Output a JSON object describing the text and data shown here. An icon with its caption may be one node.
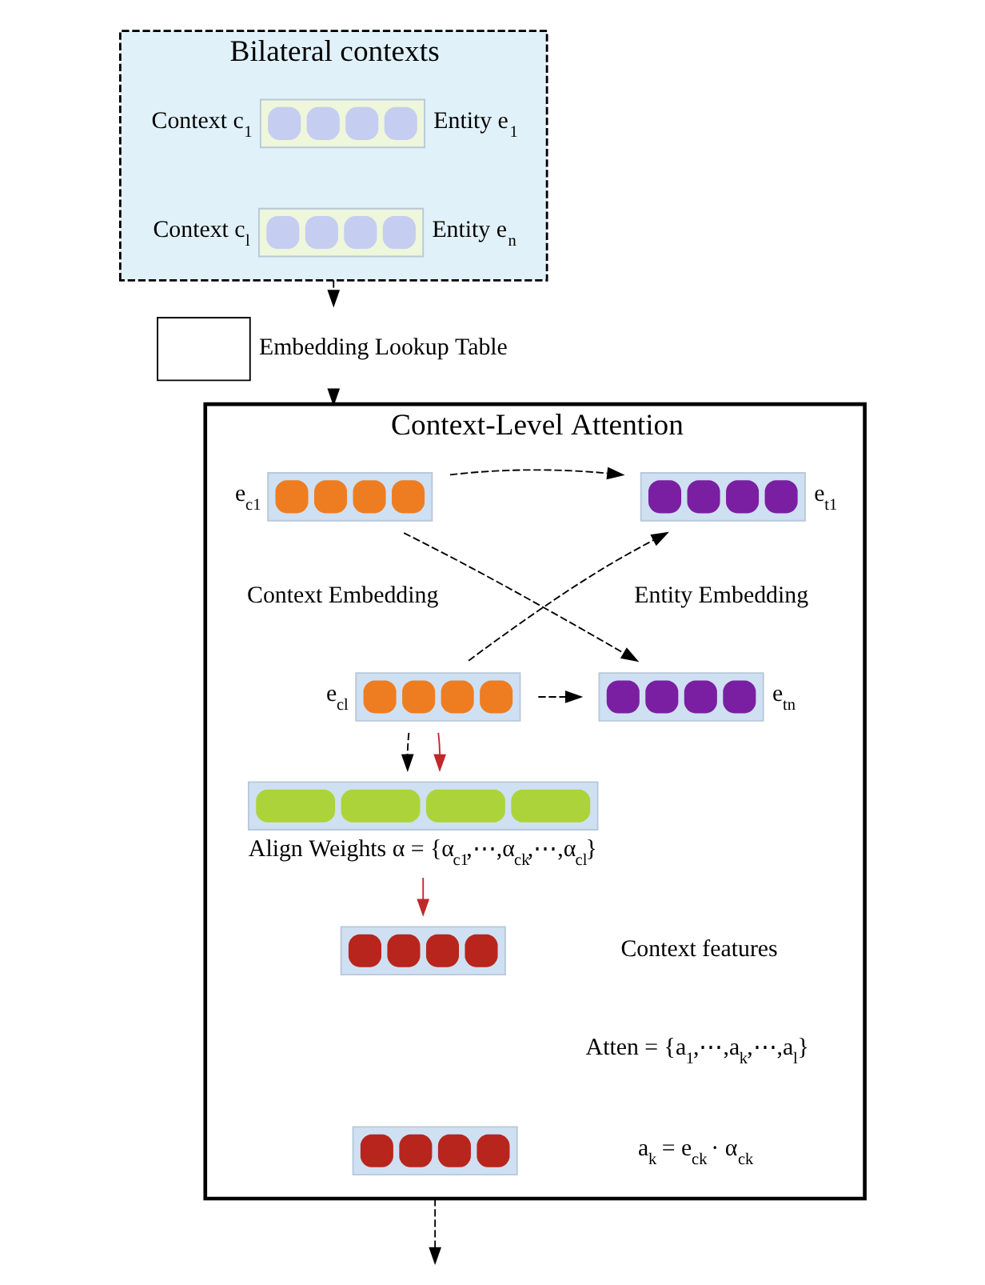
{
  "diagram": {
    "nodes": [
      {
        "text": [
          "Bilateral contexts"
        ]
      },
      {
        "text": [],
        "shape": "box",
        "in": 0,
        "beside": [
          "Context c$_{1}$",
          "Entity e$_{1}$"
        ]
      },
      {
        "text": [],
        "shape": "box",
        "in": 0,
        "beside": [
          "Context c$_{l}$",
          "Entity e$_{n}$"
        ]
      },
      {
        "text": [],
        "shape": "box",
        "beside": [
          "Embedding Lookup Table"
        ]
      },
      {
        "text": [
          "Context-Level Attention"
        ]
      },
      {
        "text": [],
        "shape": "box",
        "in": 4,
        "beside": [
          "e$_{c1}$"
        ]
      },
      {
        "text": [],
        "shape": "box",
        "in": 4,
        "beside": [
          "e$_{cl}$"
        ]
      },
      {
        "text": [],
        "shape": "box",
        "in": 4,
        "beside": [
          "e$_{t1}$"
        ]
      },
      {
        "text": [],
        "shape": "box",
        "in": 4,
        "beside": [
          "e$_{tn}$"
        ]
      },
      {
        "text": [],
        "shape": "box",
        "in": 4,
        "beside": [
          "Align Weights α = {α$_{c1}$,⋯,α$_{ck}$,⋯,α$_{cl}$}"
        ]
      },
      {
        "text": [],
        "shape": "box",
        "in": 4
      },
      {
        "text": [],
        "shape": "box",
        "in": 4
      }
    ],
    "edges": [
      {
        "from": 0,
        "to": 3,
        "arrow": "to",
        "style": "dashed"
      },
      {
        "from": 3,
        "to": 4,
        "arrow": "to",
        "style": "dashed"
      },
      {
        "from": 5,
        "to": 7,
        "arrow": "to",
        "style": "dashed"
      },
      {
        "from": 5,
        "to": 8,
        "arrow": "to",
        "style": "dashed"
      },
      {
        "from": 6,
        "to": 7,
        "arrow": "to",
        "style": "dashed"
      },
      {
        "from": 6,
        "to": 8,
        "arrow": "to",
        "style": "dashed"
      },
      {
        "from": 6,
        "to": 9,
        "arrow": "to",
        "style": "dashed"
      },
      {
        "from": 6,
        "to": 9,
        "arrow": "to",
        "color": "#c0282a"
      },
      {
        "from": 9,
        "to": 10,
        "arrow": "to",
        "color": "#c0282a"
      },
      {
        "from": 4,
        "to": null,
        "arrow": "to",
        "style": "dashed"
      }
    ],
    "labels": [
      "Context Embedding",
      "Entity Embedding",
      "Context features",
      "Atten = {a$_{1}$,⋯,a$_{k}$,⋯,a$_{l}$}",
      "a$_{k}$ = e$_{ck}$ · α$_{ck}$"
    ]
  }
}
